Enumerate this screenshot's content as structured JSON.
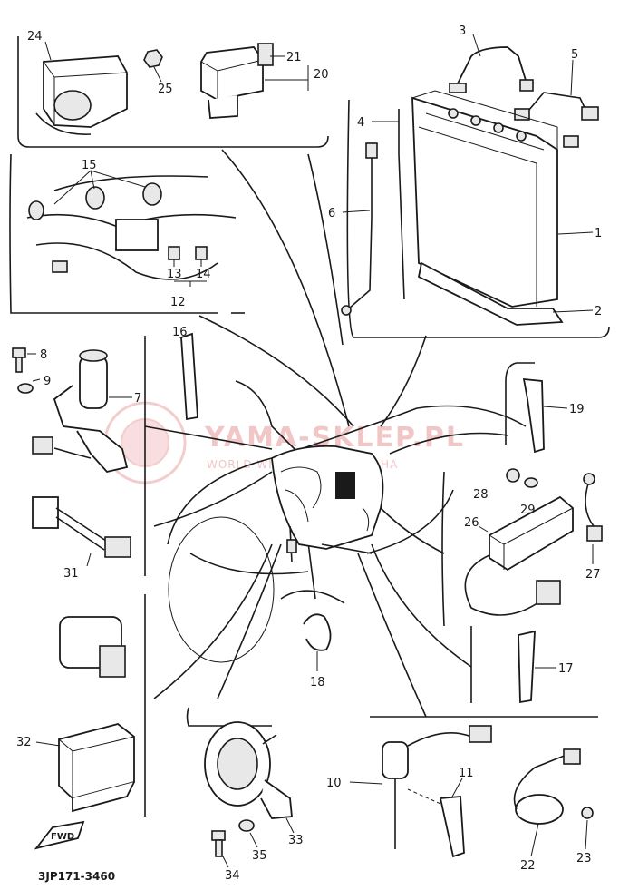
{
  "watermark": {
    "site": "YAMA-SKLEP.PL",
    "tagline": "WORLD WIDE DEALER YAMAHA"
  },
  "diagram_code": "3JP171-3460",
  "front_arrow_label": "FWD",
  "callouts": [
    {
      "id": "c1",
      "text": "1"
    },
    {
      "id": "c2",
      "text": "2"
    },
    {
      "id": "c3",
      "text": "3"
    },
    {
      "id": "c4",
      "text": "4"
    },
    {
      "id": "c5",
      "text": "5"
    },
    {
      "id": "c6",
      "text": "6"
    },
    {
      "id": "c7",
      "text": "7"
    },
    {
      "id": "c8",
      "text": "8"
    },
    {
      "id": "c9",
      "text": "9"
    },
    {
      "id": "c10",
      "text": "10"
    },
    {
      "id": "c11",
      "text": "11"
    },
    {
      "id": "c12",
      "text": "12"
    },
    {
      "id": "c13",
      "text": "13"
    },
    {
      "id": "c14",
      "text": "14"
    },
    {
      "id": "c15",
      "text": "15"
    },
    {
      "id": "c16",
      "text": "16"
    },
    {
      "id": "c17",
      "text": "17"
    },
    {
      "id": "c18",
      "text": "18"
    },
    {
      "id": "c19",
      "text": "19"
    },
    {
      "id": "c20",
      "text": "20"
    },
    {
      "id": "c21",
      "text": "21"
    },
    {
      "id": "c22",
      "text": "22"
    },
    {
      "id": "c23",
      "text": "23"
    },
    {
      "id": "c24",
      "text": "24"
    },
    {
      "id": "c25",
      "text": "25"
    },
    {
      "id": "c26",
      "text": "26"
    },
    {
      "id": "c27",
      "text": "27"
    },
    {
      "id": "c28",
      "text": "28"
    },
    {
      "id": "c29",
      "text": "29"
    },
    {
      "id": "c31",
      "text": "31"
    },
    {
      "id": "c32",
      "text": "32"
    },
    {
      "id": "c33",
      "text": "33"
    },
    {
      "id": "c34",
      "text": "34"
    },
    {
      "id": "c35",
      "text": "35"
    }
  ]
}
